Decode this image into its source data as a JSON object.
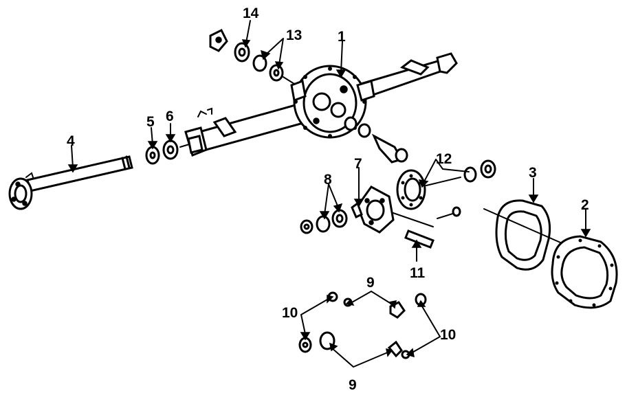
{
  "callouts": {
    "c1": "1",
    "c2": "2",
    "c3": "3",
    "c4": "4",
    "c5": "5",
    "c6": "6",
    "c7": "7",
    "c8": "8",
    "c9a": "9",
    "c9b": "9",
    "c10a": "10",
    "c10b": "10",
    "c11": "11",
    "c12": "12",
    "c13": "13",
    "c14": "14"
  },
  "colors": {
    "ink": "#000000",
    "paper": "#ffffff"
  }
}
